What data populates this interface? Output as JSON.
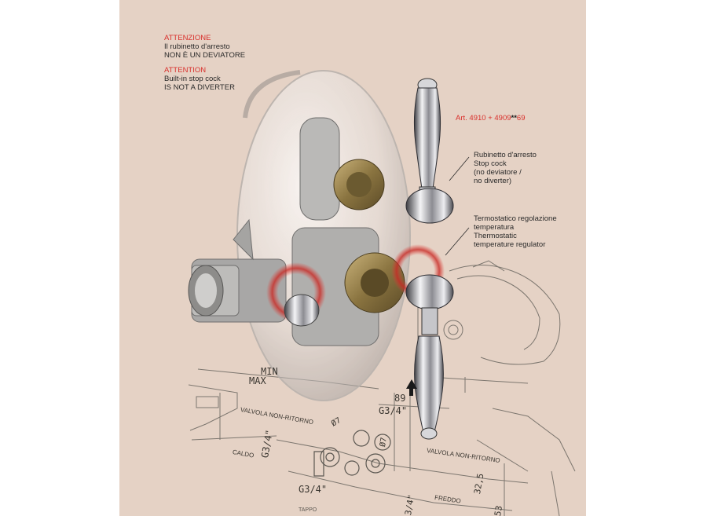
{
  "warning_it": {
    "title": "ATTENZIONE",
    "line1": "Il rubinetto d'arresto",
    "line2": "NON È UN DEVIATORE"
  },
  "warning_en": {
    "title": "ATTENTION",
    "line1": "Built-in stop cock",
    "line2": "IS NOT A DIVERTER"
  },
  "article": {
    "prefix": "Art. 4910 + 4909",
    "stars": "**",
    "suffix": "69"
  },
  "callout_stop": {
    "lines": [
      "Rubinetto d'arresto",
      "Stop cock",
      "(no deviatore /",
      "no diverter)"
    ]
  },
  "callout_thermo": {
    "lines": [
      "Termostatico regolazione",
      "temperatura",
      "Thermostatic",
      "temperature regulator"
    ]
  },
  "drawing_labels": {
    "min": "MIN",
    "max": "MAX",
    "valvola_left": "VALVOLA NON-RITORNO",
    "valvola_right": "VALVOLA NON-RITORNO",
    "caldo": "CALDO",
    "freddo": "FREDDO",
    "tappo": "TAPPO",
    "dim_89": "89",
    "dim_g34_top": "G3/4\"",
    "dim_g34_left": "G3/4\"",
    "dim_g34_bottom": "G3/4\"",
    "dim_g34_bottom2": "3/4\"",
    "dim_o7_left": "Ø7",
    "dim_o7_right": "Ø7",
    "dim_325": "32,5",
    "dim_53": "53"
  },
  "colors": {
    "background": "#e5d2c5",
    "accent_red": "#d9302c",
    "chrome": "#c8c8cc",
    "line_drawing": "#6a6660"
  }
}
